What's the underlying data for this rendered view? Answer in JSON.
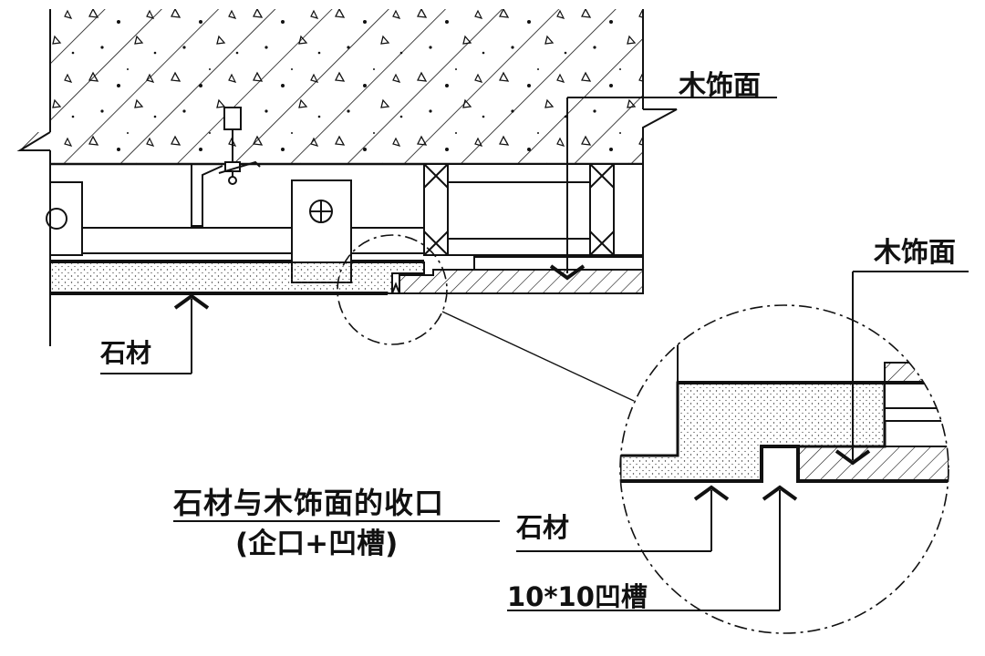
{
  "labels": {
    "wood_finish_top": "木饰面",
    "wood_finish_detail": "木饰面",
    "stone_main": "石材",
    "stone_detail": "石材",
    "groove_size": "10*10凹槽"
  },
  "title": {
    "main": "石材与木饰面的收口",
    "sub": "(企口+凹槽)"
  },
  "colors": {
    "line": "#111111",
    "background": "#ffffff"
  }
}
